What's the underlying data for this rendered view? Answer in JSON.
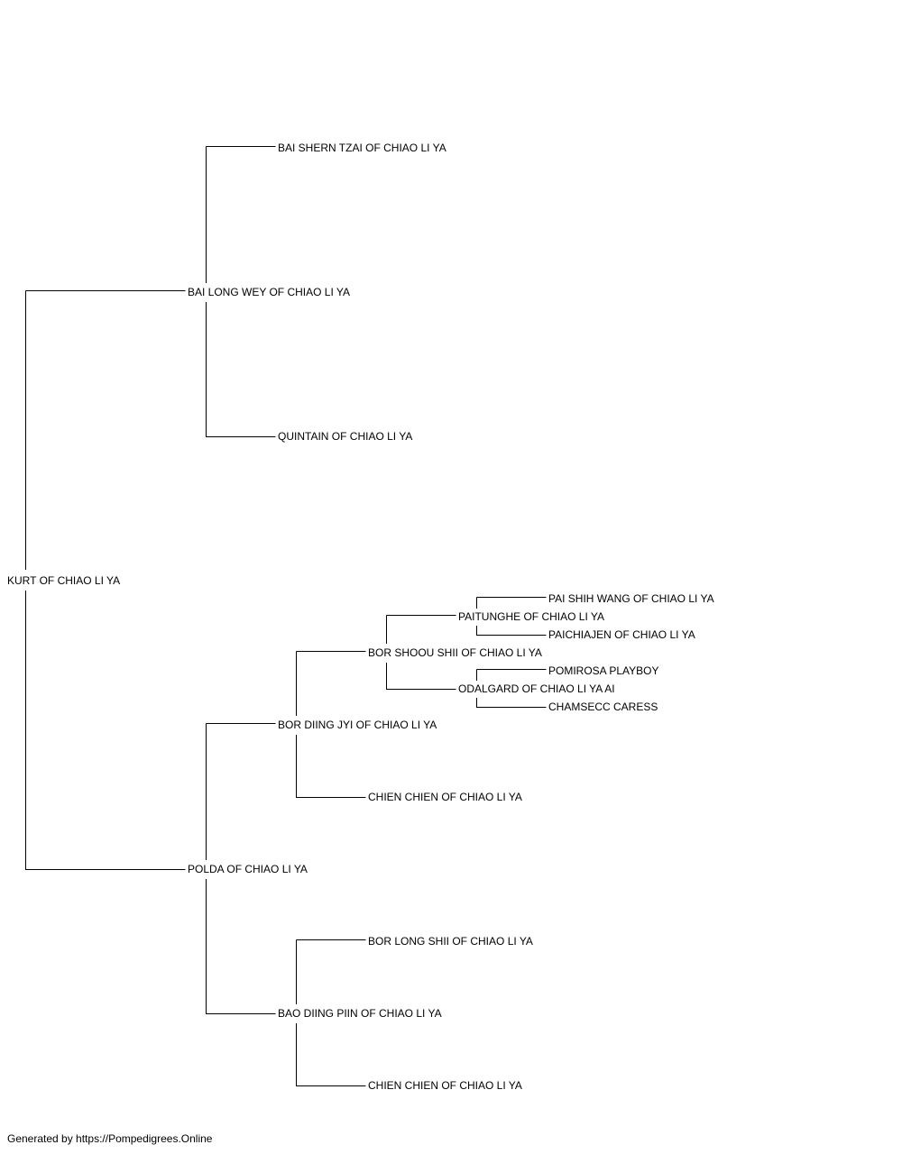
{
  "pedigree": {
    "subject": "KURT OF CHIAO LI YA",
    "sire": "BAI LONG WEY OF CHIAO LI YA",
    "sire_sire": "BAI SHERN TZAI OF CHIAO LI YA",
    "sire_dam": "QUINTAIN OF CHIAO LI YA",
    "dam": "POLDA OF CHIAO LI YA",
    "dam_sire": "BOR DIING JYI OF CHIAO LI YA",
    "dam_sire_sire": "BOR SHOOU SHII OF CHIAO LI YA",
    "dam_sire_sire_sire": "PAITUNGHE OF CHIAO LI YA",
    "dam_sire_sire_sire_sire": "PAI SHIH WANG OF CHIAO LI YA",
    "dam_sire_sire_sire_dam": "PAICHIAJEN OF CHIAO LI YA",
    "dam_sire_sire_dam": "ODALGARD OF CHIAO LI YA AI",
    "dam_sire_sire_dam_sire": "POMIROSA PLAYBOY",
    "dam_sire_sire_dam_dam": "CHAMSECC CARESS",
    "dam_sire_dam": "CHIEN CHIEN OF CHIAO LI YA",
    "dam_dam": "BAO DIING PIIN OF CHIAO LI YA",
    "dam_dam_sire": "BOR LONG SHII OF CHIAO LI YA",
    "dam_dam_dam": "CHIEN CHIEN OF CHIAO LI YA"
  },
  "footer": {
    "text": "Generated by https://Pompedigrees.Online"
  }
}
